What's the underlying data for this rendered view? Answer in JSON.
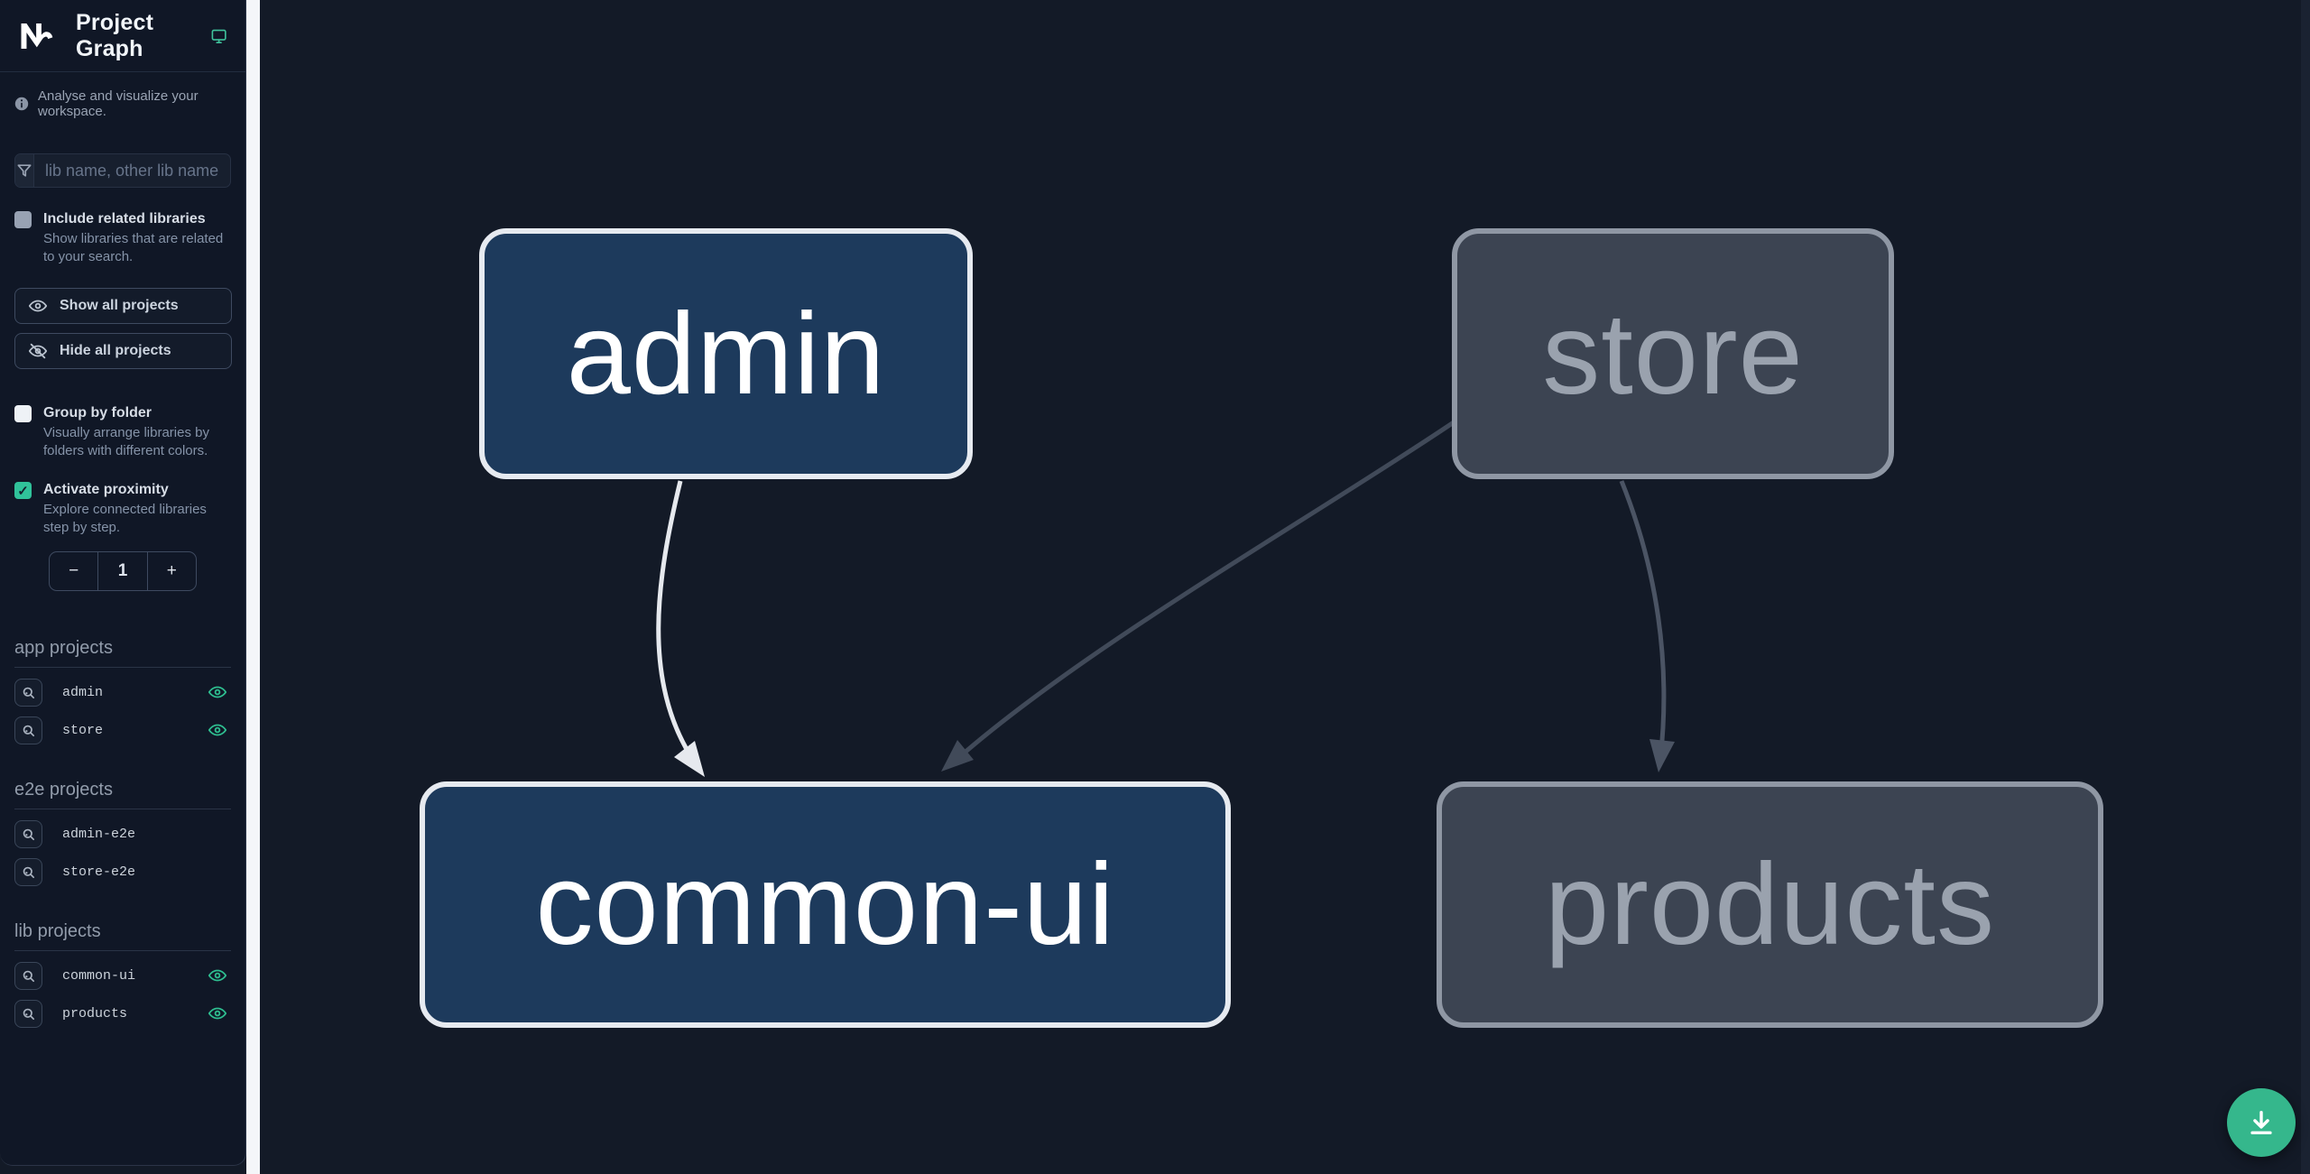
{
  "header": {
    "title": "Project Graph"
  },
  "sidebar": {
    "subtitle": "Analyse and visualize your workspace.",
    "search": {
      "placeholder": "lib name, other lib name"
    },
    "checkboxes": {
      "include_related": {
        "label": "Include related libraries",
        "description": "Show libraries that are related to your search.",
        "checked": false
      },
      "group_by_folder": {
        "label": "Group by folder",
        "description": "Visually arrange libraries by folders with different colors.",
        "checked": false
      },
      "activate_proximity": {
        "label": "Activate proximity",
        "description": "Explore connected libraries step by step.",
        "checked": true,
        "check_glyph": "✓"
      }
    },
    "buttons": {
      "show_all": "Show all projects",
      "hide_all": "Hide all projects"
    },
    "stepper": {
      "decrement": "−",
      "value": "1",
      "increment": "+"
    },
    "sections": [
      {
        "title": "app projects",
        "items": [
          {
            "name": "admin",
            "visible": true
          },
          {
            "name": "store",
            "visible": true
          }
        ]
      },
      {
        "title": "e2e projects",
        "items": [
          {
            "name": "admin-e2e",
            "visible": false
          },
          {
            "name": "store-e2e",
            "visible": false
          }
        ]
      },
      {
        "title": "lib projects",
        "items": [
          {
            "name": "common-ui",
            "visible": true
          },
          {
            "name": "products",
            "visible": true
          }
        ]
      }
    ]
  },
  "graph": {
    "nodes": [
      {
        "id": "admin",
        "label": "admin",
        "state": "focused"
      },
      {
        "id": "store",
        "label": "store",
        "state": "muted"
      },
      {
        "id": "common-ui",
        "label": "common-ui",
        "state": "focused"
      },
      {
        "id": "products",
        "label": "products",
        "state": "muted"
      }
    ],
    "edges": [
      {
        "from": "admin",
        "to": "common-ui",
        "state": "active"
      },
      {
        "from": "store",
        "to": "common-ui",
        "state": "muted"
      },
      {
        "from": "store",
        "to": "products",
        "state": "muted"
      }
    ]
  },
  "colors": {
    "accent_teal": "#30c29a",
    "node_focused_fill": "#1d3a5c",
    "node_focused_border": "#e6eaf0",
    "node_muted_fill": "#3c4452",
    "node_muted_border": "#8f97a4",
    "edge_active": "#e6e9ee",
    "edge_muted": "#414a59",
    "edge_muted_light": "#4b5464",
    "canvas_bg": "#131a27",
    "sidebar_bg": "#101726"
  }
}
